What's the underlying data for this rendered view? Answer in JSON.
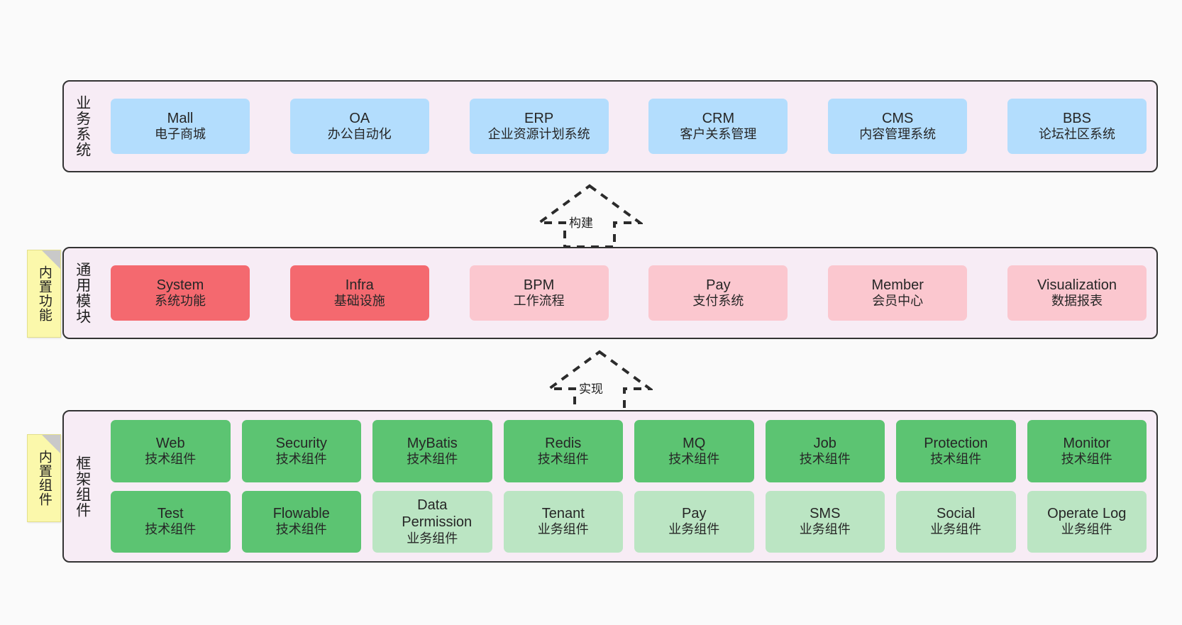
{
  "diagram": {
    "background": "#fafafa",
    "layers": [
      {
        "id": "business",
        "title": "业务系统",
        "cards": [
          {
            "en": "Mall",
            "cn": "电子商城",
            "color": "#b3ddfd"
          },
          {
            "en": "OA",
            "cn": "办公自动化",
            "color": "#b3ddfd"
          },
          {
            "en": "ERP",
            "cn": "企业资源计划系统",
            "color": "#b3ddfd"
          },
          {
            "en": "CRM",
            "cn": "客户关系管理",
            "color": "#b3ddfd"
          },
          {
            "en": "CMS",
            "cn": "内容管理系统",
            "color": "#b3ddfd"
          },
          {
            "en": "BBS",
            "cn": "论坛社区系统",
            "color": "#b3ddfd"
          }
        ]
      },
      {
        "id": "common-modules",
        "title": "通用模块",
        "note": "内置功能",
        "cards": [
          {
            "en": "System",
            "cn": "系统功能",
            "color": "#f4696f"
          },
          {
            "en": "Infra",
            "cn": "基础设施",
            "color": "#f4696f"
          },
          {
            "en": "BPM",
            "cn": "工作流程",
            "color": "#fbc7cf"
          },
          {
            "en": "Pay",
            "cn": "支付系统",
            "color": "#fbc7cf"
          },
          {
            "en": "Member",
            "cn": "会员中心",
            "color": "#fbc7cf"
          },
          {
            "en": "Visualization",
            "cn": "数据报表",
            "color": "#fbc7cf"
          }
        ]
      },
      {
        "id": "framework-components",
        "title": "框架组件",
        "note": "内置组件",
        "row_top": [
          {
            "en": "Web",
            "cn": "技术组件",
            "color": "#5cc472"
          },
          {
            "en": "Security",
            "cn": "技术组件",
            "color": "#5cc472"
          },
          {
            "en": "MyBatis",
            "cn": "技术组件",
            "color": "#5cc472"
          },
          {
            "en": "Redis",
            "cn": "技术组件",
            "color": "#5cc472"
          },
          {
            "en": "MQ",
            "cn": "技术组件",
            "color": "#5cc472"
          },
          {
            "en": "Job",
            "cn": "技术组件",
            "color": "#5cc472"
          },
          {
            "en": "Protection",
            "cn": "技术组件",
            "color": "#5cc472"
          },
          {
            "en": "Monitor",
            "cn": "技术组件",
            "color": "#5cc472"
          }
        ],
        "row_bottom": [
          {
            "en": "Test",
            "cn": "技术组件",
            "color": "#5cc472"
          },
          {
            "en": "Flowable",
            "cn": "技术组件",
            "color": "#5cc472"
          },
          {
            "en": "Data Permission",
            "cn": "业务组件",
            "color": "#bbe5c3"
          },
          {
            "en": "Tenant",
            "cn": "业务组件",
            "color": "#bbe5c3"
          },
          {
            "en": "Pay",
            "cn": "业务组件",
            "color": "#bbe5c3"
          },
          {
            "en": "SMS",
            "cn": "业务组件",
            "color": "#bbe5c3"
          },
          {
            "en": "Social",
            "cn": "业务组件",
            "color": "#bbe5c3"
          },
          {
            "en": "Operate Log",
            "cn": "业务组件",
            "color": "#bbe5c3"
          }
        ]
      }
    ],
    "connectors": [
      {
        "id": "build",
        "label": "构建",
        "from": "common-modules",
        "to": "business"
      },
      {
        "id": "implement",
        "label": "实现",
        "from": "framework-components",
        "to": "common-modules"
      }
    ]
  }
}
